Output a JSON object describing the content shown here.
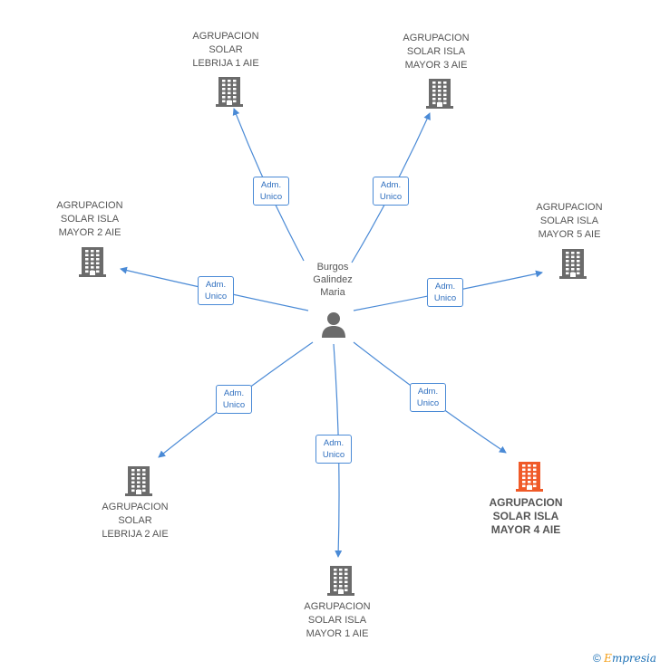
{
  "person": {
    "name_lines": [
      "Burgos",
      "Galindez",
      "Maria"
    ]
  },
  "edge_label": [
    "Adm.",
    "Unico"
  ],
  "companies": [
    {
      "id": "lebrija1",
      "lines": [
        "AGRUPACION",
        "SOLAR",
        "LEBRIJA 1 AIE"
      ],
      "highlight": false
    },
    {
      "id": "mayor3",
      "lines": [
        "AGRUPACION",
        "SOLAR ISLA",
        "MAYOR 3 AIE"
      ],
      "highlight": false
    },
    {
      "id": "mayor2",
      "lines": [
        "AGRUPACION",
        "SOLAR ISLA",
        "MAYOR 2 AIE"
      ],
      "highlight": false
    },
    {
      "id": "mayor5",
      "lines": [
        "AGRUPACION",
        "SOLAR ISLA",
        "MAYOR 5 AIE"
      ],
      "highlight": false
    },
    {
      "id": "lebrija2",
      "lines": [
        "AGRUPACION",
        "SOLAR",
        "LEBRIJA 2 AIE"
      ],
      "highlight": false
    },
    {
      "id": "mayor1",
      "lines": [
        "AGRUPACION",
        "SOLAR ISLA",
        "MAYOR 1 AIE"
      ],
      "highlight": false
    },
    {
      "id": "mayor4",
      "lines": [
        "AGRUPACION",
        "SOLAR ISLA",
        "MAYOR 4 AIE"
      ],
      "highlight": true
    }
  ],
  "colors": {
    "edge": "#4a8ad6",
    "building": "#6b6b6b",
    "building_highlight": "#f05a28",
    "person": "#6b6b6b"
  },
  "footer": {
    "copyright": "©",
    "brand_first": "E",
    "brand_rest": "mpresia"
  }
}
